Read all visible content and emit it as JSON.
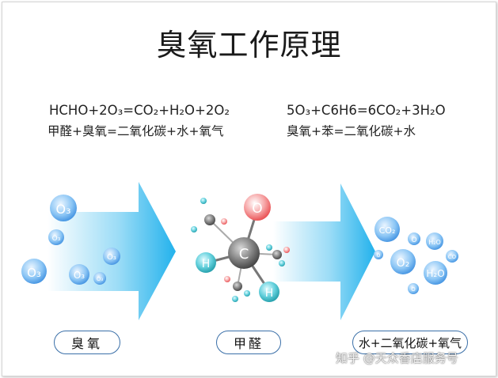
{
  "title": "臭氧工作原理",
  "equations": [
    {
      "formula": "HCHO+2O₃=CO₂+H₂O+2O₂",
      "words": "甲醛+臭氧=二氧化碳+水+氧气"
    },
    {
      "formula": "5O₃+C6H6=6CO₂+3H₂O",
      "words": "臭氧+苯=二氧化碳+水"
    }
  ],
  "labels": {
    "ozone": "臭氧",
    "formaldehyde": "甲醛",
    "products": "水+二氧化碳+氧气"
  },
  "molecule": {
    "center": "C",
    "top": "O",
    "left": "H",
    "bottom": "H"
  },
  "bubbles_left": {
    "o3": "O₃"
  },
  "bubbles_right": {
    "co2": "CO₂",
    "o2": "O₂",
    "h2o": "H₂O",
    "o": "O",
    "co": "CO"
  },
  "watermark": "知乎 @天众香店服务号",
  "colors": {
    "arrow": "#23b2ec",
    "bubble": "#3d8fe0",
    "oxygen": "#e8474a",
    "carbon": "#5a5a5a",
    "hydrogen": "#1e9aa6",
    "pill_border": "#3a6fa8"
  }
}
